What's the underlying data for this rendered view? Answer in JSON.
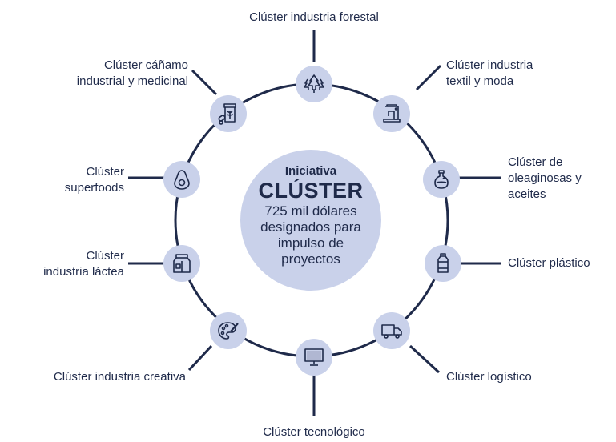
{
  "center": {
    "kicker": "Iniciativa",
    "title": "CLÚSTER",
    "description": "725 mil dólares designados para impulso de proyectos"
  },
  "colors": {
    "ring": "#1f2a4a",
    "node_fill": "#c9d1ea",
    "text": "#1f2a4a",
    "background": "#ffffff"
  },
  "clusters": [
    {
      "id": "forestal",
      "label_lines": [
        "Clúster industria forestal"
      ],
      "icon": "trees-icon"
    },
    {
      "id": "textil",
      "label_lines": [
        "Clúster industria",
        "textil y moda"
      ],
      "icon": "sewing-machine-icon"
    },
    {
      "id": "oleaginosas",
      "label_lines": [
        "Clúster de",
        "oleaginosas y",
        "aceites"
      ],
      "icon": "oil-bottle-icon"
    },
    {
      "id": "plastico",
      "label_lines": [
        "Clúster plástico"
      ],
      "icon": "plastic-bottle-icon"
    },
    {
      "id": "logistico",
      "label_lines": [
        "Clúster logístico"
      ],
      "icon": "truck-icon"
    },
    {
      "id": "tecnologico",
      "label_lines": [
        "Clúster tecnológico"
      ],
      "icon": "monitor-icon"
    },
    {
      "id": "creativa",
      "label_lines": [
        "Clúster industria creativa"
      ],
      "icon": "paint-palette-icon"
    },
    {
      "id": "lactea",
      "label_lines": [
        "Clúster",
        "industria láctea"
      ],
      "icon": "milk-carton-icon"
    },
    {
      "id": "superfoods",
      "label_lines": [
        "Clúster",
        "superfoods"
      ],
      "icon": "avocado-icon"
    },
    {
      "id": "canamo",
      "label_lines": [
        "Clúster cáñamo",
        "industrial y medicinal"
      ],
      "icon": "cannabis-jar-icon"
    }
  ]
}
